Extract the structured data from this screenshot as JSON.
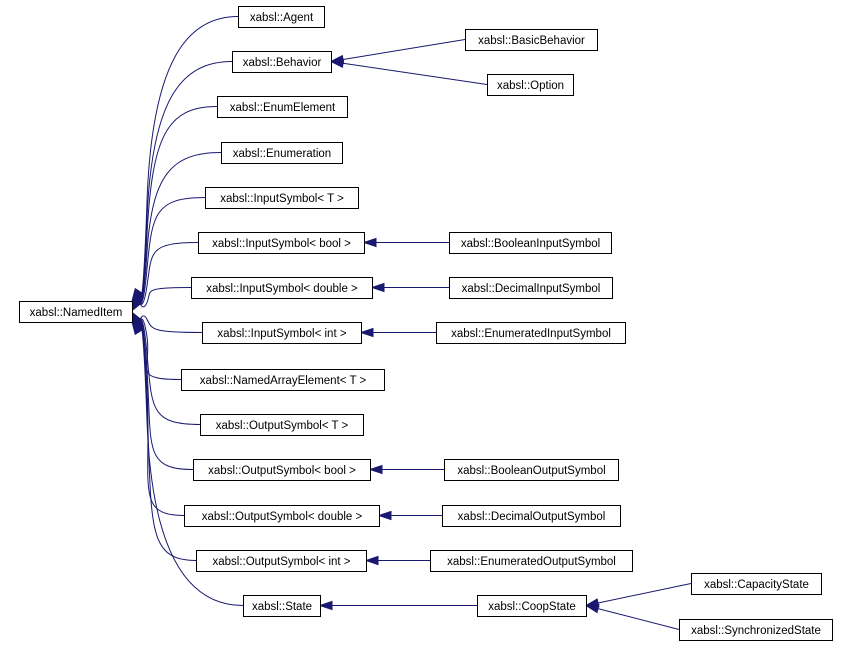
{
  "diagram": {
    "type": "class-inheritance-graph",
    "colors": {
      "edge": "#191970",
      "box_border": "#000000",
      "box_fill": "#ffffff",
      "text": "#000000"
    },
    "nodes": [
      {
        "id": "nameditem",
        "label": "xabsl::NamedItem"
      },
      {
        "id": "agent",
        "label": "xabsl::Agent"
      },
      {
        "id": "behavior",
        "label": "xabsl::Behavior"
      },
      {
        "id": "basicbehavior",
        "label": "xabsl::BasicBehavior"
      },
      {
        "id": "option",
        "label": "xabsl::Option"
      },
      {
        "id": "enumelement",
        "label": "xabsl::EnumElement"
      },
      {
        "id": "enumeration",
        "label": "xabsl::Enumeration"
      },
      {
        "id": "inputsymbol-t",
        "label": "xabsl::InputSymbol< T >"
      },
      {
        "id": "inputsymbol-bool",
        "label": "xabsl::InputSymbol< bool >"
      },
      {
        "id": "booleaninputsymbol",
        "label": "xabsl::BooleanInputSymbol"
      },
      {
        "id": "inputsymbol-double",
        "label": "xabsl::InputSymbol< double >"
      },
      {
        "id": "decimalinputsymbol",
        "label": "xabsl::DecimalInputSymbol"
      },
      {
        "id": "inputsymbol-int",
        "label": "xabsl::InputSymbol< int >"
      },
      {
        "id": "enumeratedinputsymbol",
        "label": "xabsl::EnumeratedInputSymbol"
      },
      {
        "id": "namedarrayelement-t",
        "label": "xabsl::NamedArrayElement< T >"
      },
      {
        "id": "outputsymbol-t",
        "label": "xabsl::OutputSymbol< T >"
      },
      {
        "id": "outputsymbol-bool",
        "label": "xabsl::OutputSymbol< bool >"
      },
      {
        "id": "booleanoutputsymbol",
        "label": "xabsl::BooleanOutputSymbol"
      },
      {
        "id": "outputsymbol-double",
        "label": "xabsl::OutputSymbol< double >"
      },
      {
        "id": "decimaloutputsymbol",
        "label": "xabsl::DecimalOutputSymbol"
      },
      {
        "id": "outputsymbol-int",
        "label": "xabsl::OutputSymbol< int >"
      },
      {
        "id": "enumeratedoutputsymbol",
        "label": "xabsl::EnumeratedOutputSymbol"
      },
      {
        "id": "state",
        "label": "xabsl::State"
      },
      {
        "id": "coopstate",
        "label": "xabsl::CoopState"
      },
      {
        "id": "capacitystate",
        "label": "xabsl::CapacityState"
      },
      {
        "id": "synchronizedstate",
        "label": "xabsl::SynchronizedState"
      }
    ],
    "edges": [
      {
        "from": "agent",
        "to": "nameditem"
      },
      {
        "from": "behavior",
        "to": "nameditem"
      },
      {
        "from": "enumelement",
        "to": "nameditem"
      },
      {
        "from": "enumeration",
        "to": "nameditem"
      },
      {
        "from": "inputsymbol-t",
        "to": "nameditem"
      },
      {
        "from": "inputsymbol-bool",
        "to": "nameditem"
      },
      {
        "from": "inputsymbol-double",
        "to": "nameditem"
      },
      {
        "from": "inputsymbol-int",
        "to": "nameditem"
      },
      {
        "from": "namedarrayelement-t",
        "to": "nameditem"
      },
      {
        "from": "outputsymbol-t",
        "to": "nameditem"
      },
      {
        "from": "outputsymbol-bool",
        "to": "nameditem"
      },
      {
        "from": "outputsymbol-double",
        "to": "nameditem"
      },
      {
        "from": "outputsymbol-int",
        "to": "nameditem"
      },
      {
        "from": "state",
        "to": "nameditem"
      },
      {
        "from": "basicbehavior",
        "to": "behavior"
      },
      {
        "from": "option",
        "to": "behavior"
      },
      {
        "from": "booleaninputsymbol",
        "to": "inputsymbol-bool"
      },
      {
        "from": "decimalinputsymbol",
        "to": "inputsymbol-double"
      },
      {
        "from": "enumeratedinputsymbol",
        "to": "inputsymbol-int"
      },
      {
        "from": "booleanoutputsymbol",
        "to": "outputsymbol-bool"
      },
      {
        "from": "decimaloutputsymbol",
        "to": "outputsymbol-double"
      },
      {
        "from": "enumeratedoutputsymbol",
        "to": "outputsymbol-int"
      },
      {
        "from": "coopstate",
        "to": "state"
      },
      {
        "from": "capacitystate",
        "to": "coopstate"
      },
      {
        "from": "synchronizedstate",
        "to": "coopstate"
      }
    ]
  }
}
